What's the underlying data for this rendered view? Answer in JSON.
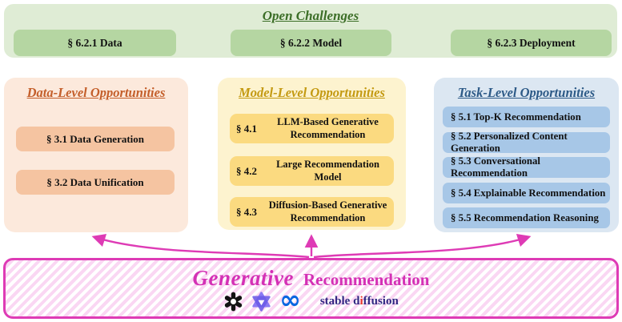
{
  "open_challenges": {
    "title": "Open Challenges",
    "items": [
      {
        "label": "§ 6.2.1 Data"
      },
      {
        "label": "§ 6.2.2  Model"
      },
      {
        "label": "§ 6.2.3  Deployment"
      }
    ]
  },
  "columns": [
    {
      "title": "Data-Level Opportunities",
      "items": [
        {
          "label": "§ 3.1 Data Generation"
        },
        {
          "label": "§ 3.2 Data Unification"
        }
      ]
    },
    {
      "title": "Model-Level Opportunities",
      "items": [
        {
          "section": "§ 4.1",
          "label": "LLM-Based Generative Recommendation"
        },
        {
          "section": "§ 4.2",
          "label": "Large Recommendation Model"
        },
        {
          "section": "§ 4.3",
          "label": "Diffusion-Based Generative Recommendation"
        }
      ]
    },
    {
      "title": "Task-Level Opportunities",
      "items": [
        {
          "label": "§ 5.1 Top-K Recommendation"
        },
        {
          "label": "§ 5.2 Personalized Content Generation"
        },
        {
          "label": "§ 5.3 Conversational Recommendation"
        },
        {
          "label": "§ 5.4 Explainable Recommendation"
        },
        {
          "label": "§ 5.5 Recommendation Reasoning"
        }
      ]
    }
  ],
  "footer": {
    "title_emphasis": "Generative",
    "title_rest": "Recommendation",
    "logos": [
      "openai-logo",
      "qwen-logo",
      "meta-logo"
    ],
    "stable_diffusion": {
      "pre": "stable d",
      "accent": "i",
      "post": "ffusion"
    }
  },
  "colors": {
    "green_title": "#3c6e27",
    "green_panel": "#dfecd5",
    "green_box": "#b5d6a2",
    "orange_title": "#c45f2b",
    "peach_panel": "#fce9dc",
    "peach_box": "#f5c4a1",
    "gold_title": "#c49a12",
    "yellow_panel": "#fdf3cf",
    "yellow_box": "#fbda80",
    "blue_title": "#2d5a87",
    "blue_panel": "#dce7f2",
    "blue_box": "#a7c7e7",
    "magenta": "#de3bb5",
    "footer_text": "#d431b5",
    "stripe_pink": "#fad7f3",
    "sd_text": "#312782",
    "sd_accent": "#e8392e",
    "meta_blue": "#0767e0"
  }
}
